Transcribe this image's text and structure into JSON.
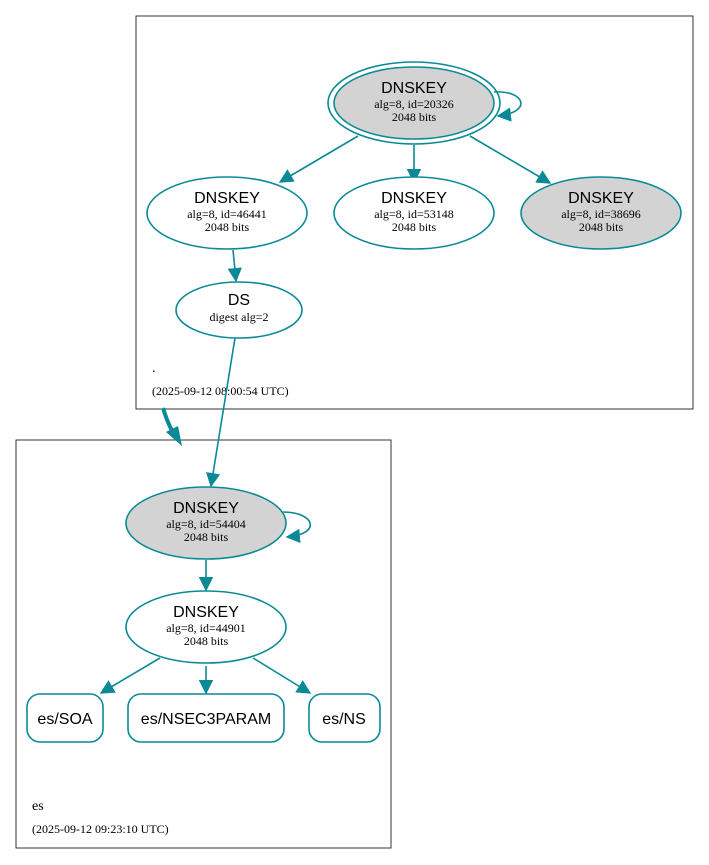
{
  "zones": {
    "root": {
      "name": ".",
      "timestamp": "(2025-09-12 08:00:54 UTC)"
    },
    "es": {
      "name": "es",
      "timestamp": "(2025-09-12 09:23:10 UTC)"
    }
  },
  "nodes": {
    "root_ksk": {
      "title": "DNSKEY",
      "line1": "alg=8, id=20326",
      "line2": "2048 bits"
    },
    "root_zsk1": {
      "title": "DNSKEY",
      "line1": "alg=8, id=46441",
      "line2": "2048 bits"
    },
    "root_zsk2": {
      "title": "DNSKEY",
      "line1": "alg=8, id=53148",
      "line2": "2048 bits"
    },
    "root_zsk3": {
      "title": "DNSKEY",
      "line1": "alg=8, id=38696",
      "line2": "2048 bits"
    },
    "es_ds": {
      "title": "DS",
      "line1": "digest alg=2"
    },
    "es_ksk": {
      "title": "DNSKEY",
      "line1": "alg=8, id=54404",
      "line2": "2048 bits"
    },
    "es_zsk": {
      "title": "DNSKEY",
      "line1": "alg=8, id=44901",
      "line2": "2048 bits"
    }
  },
  "rrsets": {
    "soa": "es/SOA",
    "nsec3param": "es/NSEC3PARAM",
    "ns": "es/NS"
  },
  "colors": {
    "edge": "#0a8a96",
    "secure_entry_fill": "#d3d3d3",
    "node_fill": "#ffffff"
  }
}
